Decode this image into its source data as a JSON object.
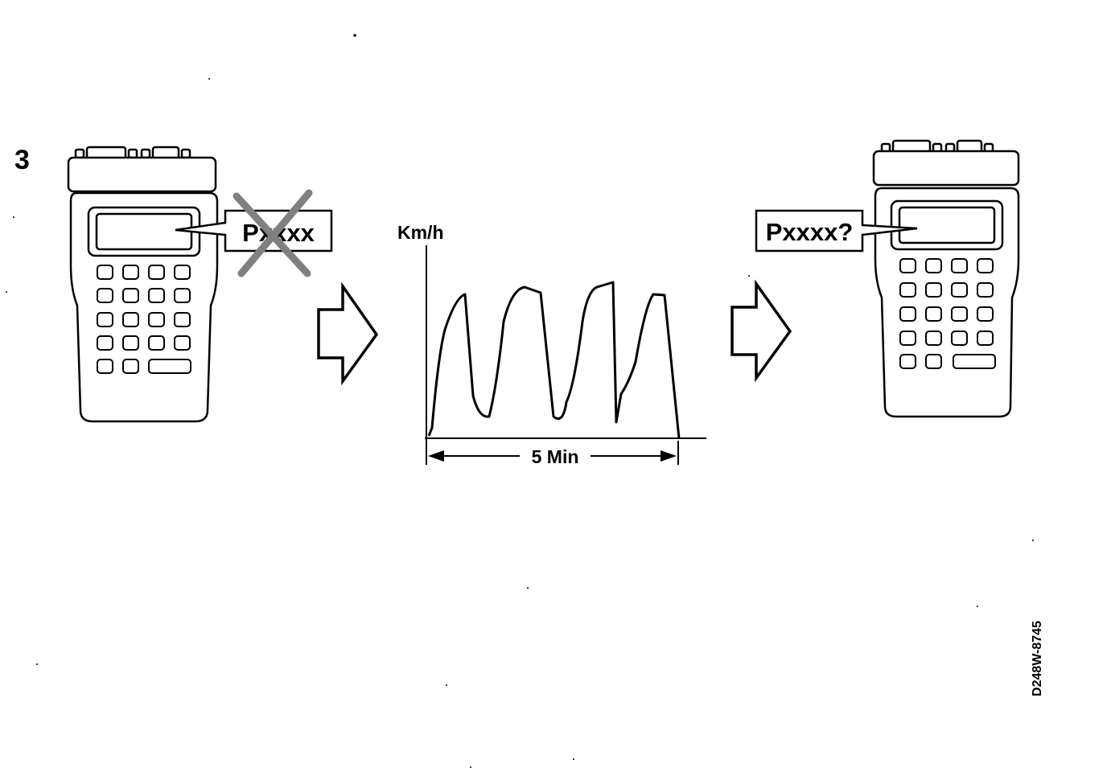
{
  "step_number": "3",
  "left_device": {
    "callout_text": "Pxxxx"
  },
  "chart": {
    "y_axis_label": "Km/h",
    "duration_label": "5 Min"
  },
  "right_device": {
    "callout_text": "Pxxxx?"
  },
  "document_code": "D248W-8745",
  "colors": {
    "ink": "#000000",
    "cross_gray": "#808080",
    "paper": "#ffffff"
  }
}
